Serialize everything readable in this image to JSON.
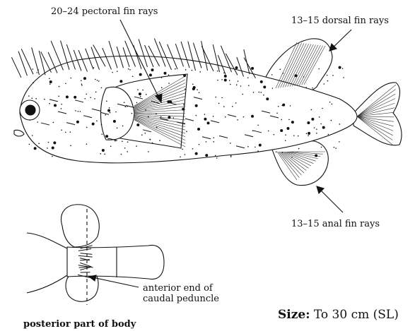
{
  "labels": {
    "pectoral": "20–24 pectoral fin rays",
    "dorsal": "13–15 dorsal fin rays",
    "anal": "13–15 anal fin rays",
    "peduncle_line1": "anterior end of",
    "peduncle_line2": "caudal peduncle"
  },
  "size": {
    "label": "Size:",
    "value": "To 30 cm (SL)"
  },
  "caption": "posterior part of body"
}
